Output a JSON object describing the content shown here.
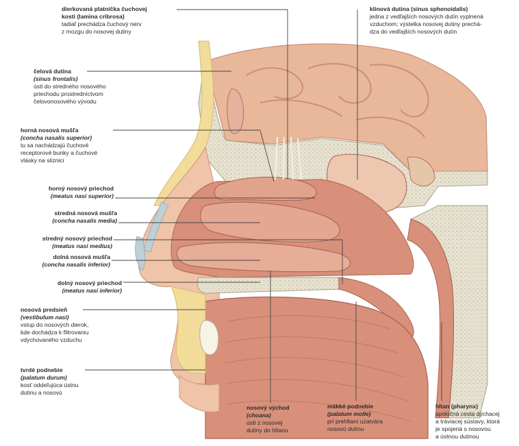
{
  "labels": {
    "lamina": {
      "title": "dierkovaná platnička čuchovej",
      "latin": "kosti (lamina cribrosa)",
      "desc": [
        "tadiaľ prechádza čuchový nerv",
        "z mozgu do nosovej dutiny"
      ]
    },
    "sinus_sph": {
      "title": "klinová dutina (sinus sphenoidalis)",
      "latin": "",
      "desc": [
        "jedna z vedľajších nosových dutín vyplnená",
        "vzduchom; výstelka nosovej dutiny prechá-",
        "dza do vedľajších nosových dutín"
      ]
    },
    "sinus_fr": {
      "title": "čelová dutina",
      "latin": "(sinus frontalis)",
      "desc": [
        "ústi do stredného nosového",
        "priechodu prostredníctvom",
        "čelovonosového vývodu"
      ]
    },
    "concha_sup": {
      "title": "horná nosová mušľa",
      "latin": "(concha nasalis superior)",
      "desc": [
        "tu sa nachádzajú čuchové",
        "receptorové bunky a čuchové",
        "vlásky na sliznici"
      ]
    },
    "meatus_sup": {
      "title": "horný nosový priechod",
      "latin": "(meatus nasi superior)",
      "desc": []
    },
    "concha_med": {
      "title": "stredná nosová mušľa",
      "latin": "(concha nasalis media)",
      "desc": []
    },
    "meatus_med": {
      "title": "stredný nosový priechod",
      "latin": "(meatus nasi medius)",
      "desc": []
    },
    "concha_inf": {
      "title": "dolná nosová mušľa",
      "latin": "(concha nasalis inferior)",
      "desc": []
    },
    "meatus_inf": {
      "title": "dolný nosový priechod",
      "latin": "(meatus nasi inferior)",
      "desc": []
    },
    "vestibulum": {
      "title": "nosová predsieň",
      "latin": "(vestibulum nasi)",
      "desc": [
        "vstup do nosových dierok,",
        "kde dochádza k filtrovaniu",
        "vdychovaného vzduchu"
      ]
    },
    "palatum_durum": {
      "title": "tvrdé podnebie",
      "latin": "(palatum durum)",
      "desc": [
        "kosť oddeľujúca ústnu",
        "dutinu a nosovú"
      ]
    },
    "choana": {
      "title": "nosový východ",
      "latin": "(choana)",
      "desc": [
        "ústí z nosovej",
        "dutiny do hltanu"
      ]
    },
    "palatum_molle": {
      "title": "mäkké podnebie",
      "latin": "(palatum molle)",
      "desc": [
        "pri prehĺtaní uzatvára",
        "nosovú dutinu"
      ]
    },
    "pharynx": {
      "title": "hltan (pharynx)",
      "latin": "",
      "desc": [
        "spoločná cesta dýchacej",
        "a tráviacej sústavy, ktorá",
        "je spojená s nosovou",
        "a ústnou dutinou"
      ]
    }
  },
  "colors": {
    "skin": "#efc4a8",
    "skin_dark": "#d49a80",
    "mucosa": "#d8907a",
    "mucosa_dark": "#b86d5c",
    "bone": "#e6e2cf",
    "bone_dot": "#b9b39c",
    "brain": "#e9b79a",
    "brain_dark": "#c99078",
    "fat": "#f2dc9a",
    "cartilage": "#bcd0d6",
    "leader": "#444444"
  }
}
